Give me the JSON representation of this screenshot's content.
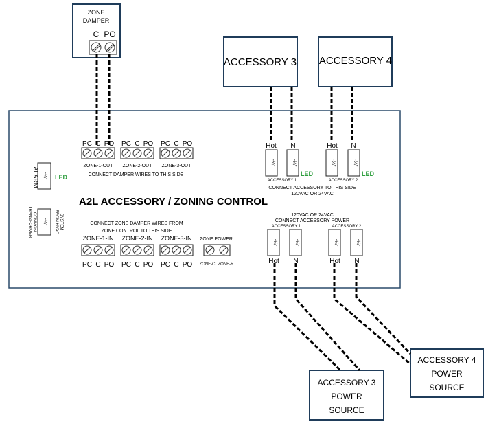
{
  "zone_damper": {
    "title_1": "ZONE",
    "title_2": "DAMPER",
    "term_c": "C",
    "term_po": "PO"
  },
  "accessories": {
    "acc3": "ACCESSORY 3",
    "acc4": "ACCESSORY 4"
  },
  "power_sources": {
    "acc3_line1": "ACCESSORY 3",
    "acc3_line2": "POWER",
    "acc3_line3": "SOURCE",
    "acc4_line1": "ACCESSORY 4",
    "acc4_line2": "POWER",
    "acc4_line3": "SOURCE"
  },
  "board": {
    "title": "A2L ACCESSORY / ZONING CONTROL",
    "alarm_label": "ALARM",
    "led": "LED",
    "relay_symbol": "-¼\"",
    "pc": "PC",
    "c": "C",
    "po": "PO",
    "zone1_out": "ZONE-1-OUT",
    "zone2_out": "ZONE-2-OUT",
    "zone3_out": "ZONE-3-OUT",
    "connect_damper": "CONNECT DAMPER WIRES TO THIS SIDE",
    "transformer_1": "TRANSFORMER",
    "transformer_2": "COMMON",
    "from_hvac_1": "FROM HVAC",
    "from_hvac_2": "SYSTEM",
    "connect_zone_1": "CONNECT ZONE DAMPER WIRES FROM",
    "connect_zone_2": "ZONE CONTROL TO THIS SIDE",
    "zone1_in": "ZONE-1-IN",
    "zone2_in": "ZONE-2-IN",
    "zone3_in": "ZONE-3-IN",
    "zone_power": "ZONE POWER",
    "zone_c": "ZONE-C",
    "zone_r": "ZONE-R",
    "hot": "Hot",
    "n": "N",
    "accessory_1": "ACCESSORY 1",
    "accessory_2": "ACCESSORY 2",
    "connect_acc_1": "CONNECT ACCESSORY TO THIS SIDE",
    "connect_acc_2": "120VAC OR 24VAC",
    "power_1": "120VAC OR 24VAC",
    "power_2": "CONNECT ACCESSORY POWER"
  }
}
